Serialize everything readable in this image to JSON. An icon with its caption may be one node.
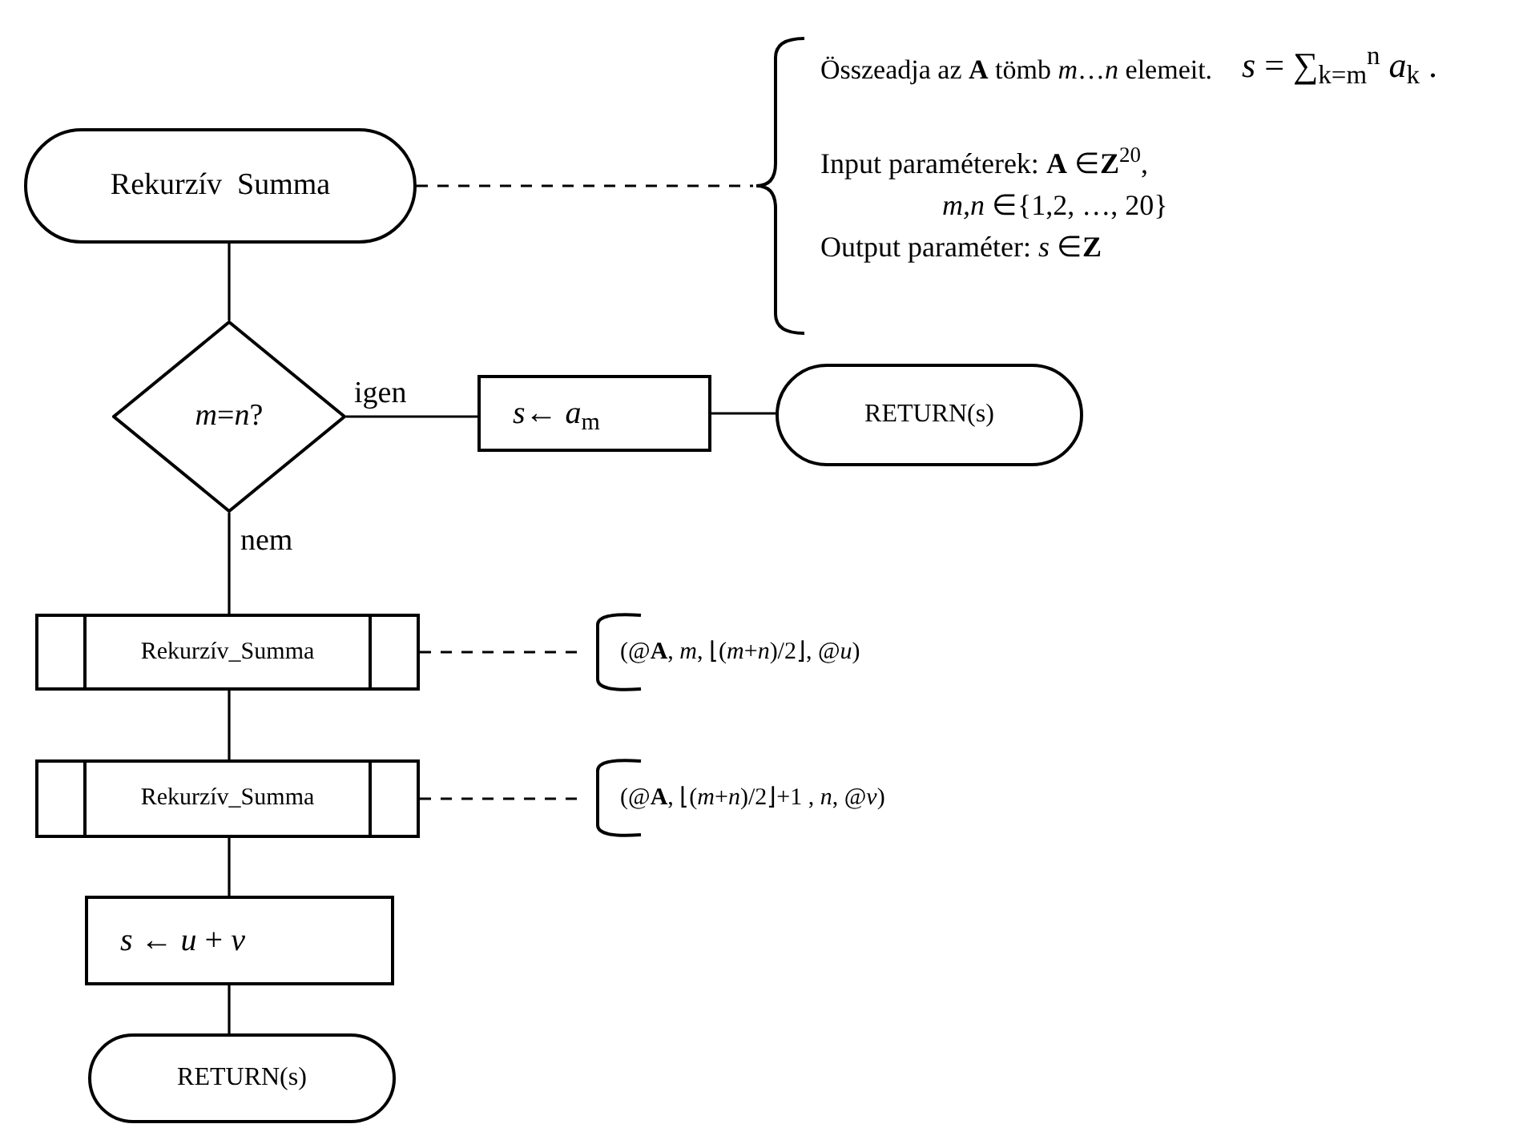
{
  "diagram": {
    "nodes": [
      {
        "text": [
          "Rekurzív  Summa"
        ]
      },
      {
        "text": [
          "Összeadja az **A** tömb *m*…*n* elemeit.",
          "*s* = ∑$_{k=m}$$^{n}$ *a*$_{k}$ .",
          "Input paraméterek: **A** ∈**Z**$^{20}$,",
          "*m,n* ∈{1,2, …, 20}",
          "Output paraméter: *s* ∈**Z**"
        ]
      },
      {
        "text": [
          "*m*=*n*?"
        ]
      },
      {
        "text": [
          "*s*← *a*$_{m}$"
        ]
      },
      {
        "text": [
          "RETURN(s)"
        ]
      },
      {
        "text": [
          "Rekurzív_Summa"
        ]
      },
      {
        "text": [
          "(@**A**, *m*, ⌊(*m*+*n*)/2⌋, @*u*)"
        ]
      },
      {
        "text": [
          "Rekurzív_Summa"
        ]
      },
      {
        "text": [
          "(@**A**, ⌊(*m*+*n*)/2⌋+1 , *n*, @*v*)"
        ]
      },
      {
        "text": [
          "*s* ← *u* + *v*"
        ]
      },
      {
        "text": [
          "RETURN(s)"
        ]
      }
    ],
    "edges": [
      {
        "from": 0,
        "to": 2,
        "arrow": "none"
      },
      {
        "from": 0,
        "to": 1,
        "arrow": "none",
        "style": "dashed"
      },
      {
        "from": 2,
        "to": 3,
        "arrow": "none",
        "label": "igen"
      },
      {
        "from": 3,
        "to": 4,
        "arrow": "none"
      },
      {
        "from": 2,
        "to": 5,
        "arrow": "none",
        "label": "nem"
      },
      {
        "from": 5,
        "to": 6,
        "arrow": "none",
        "style": "dashed"
      },
      {
        "from": 5,
        "to": 7,
        "arrow": "none"
      },
      {
        "from": 7,
        "to": 8,
        "arrow": "none",
        "style": "dashed"
      },
      {
        "from": 7,
        "to": 9,
        "arrow": "none"
      },
      {
        "from": 9,
        "to": 10,
        "arrow": "none"
      }
    ]
  }
}
